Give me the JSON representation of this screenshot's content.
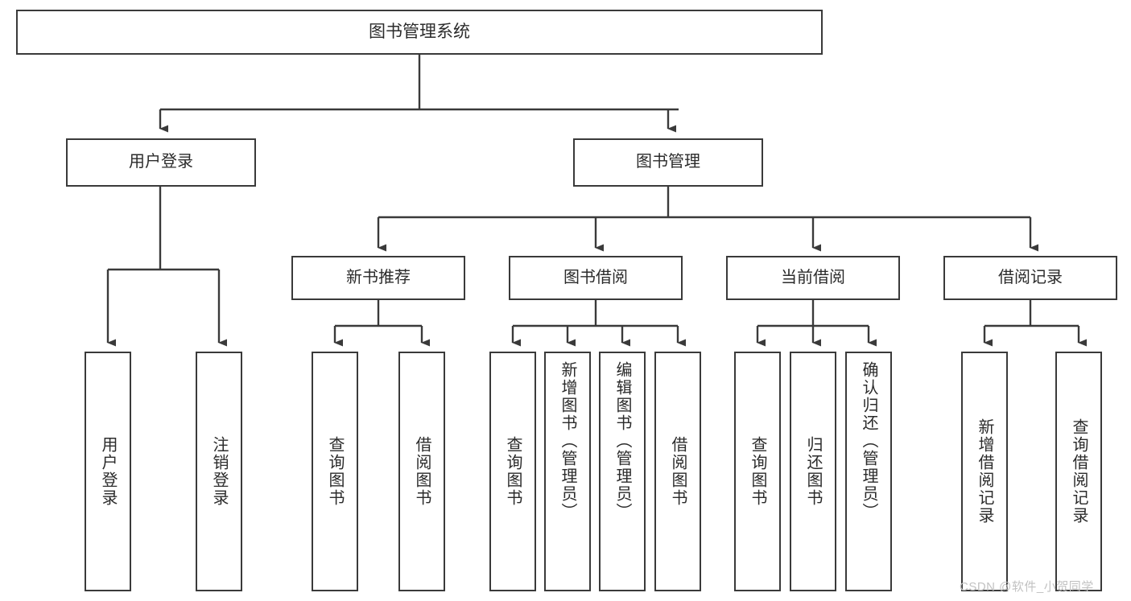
{
  "diagram": {
    "title": "图书管理系统",
    "type": "tree-hierarchy-diagram",
    "colors": {
      "stroke": "#3a3a3a",
      "fill": "#ffffff",
      "text": "#2b2b2b",
      "watermark": "#c2c2c2"
    },
    "nodes": {
      "root": {
        "label": "图书管理系统"
      },
      "level2": [
        {
          "label": "用户登录"
        },
        {
          "label": "图书管理"
        }
      ],
      "level3": [
        {
          "label": "新书推荐"
        },
        {
          "label": "图书借阅"
        },
        {
          "label": "当前借阅"
        },
        {
          "label": "借阅记录"
        }
      ],
      "leaves": {
        "user_login": [
          {
            "label": "用户登录"
          },
          {
            "label": "注销登录"
          }
        ],
        "new_book_recommend": [
          {
            "label": "查询图书"
          },
          {
            "label": "借阅图书"
          }
        ],
        "book_borrow": [
          {
            "label": "查询图书"
          },
          {
            "label": "新增图书（管理员）"
          },
          {
            "label": "编辑图书（管理员）"
          },
          {
            "label": "借阅图书"
          }
        ],
        "current_borrow": [
          {
            "label": "查询图书"
          },
          {
            "label": "归还图书"
          },
          {
            "label": "确认归还（管理员）"
          }
        ],
        "borrow_record": [
          {
            "label": "新增借阅记录"
          },
          {
            "label": "查询借阅记录"
          }
        ]
      }
    },
    "watermark": "CSDN @软件_小贺同学"
  }
}
